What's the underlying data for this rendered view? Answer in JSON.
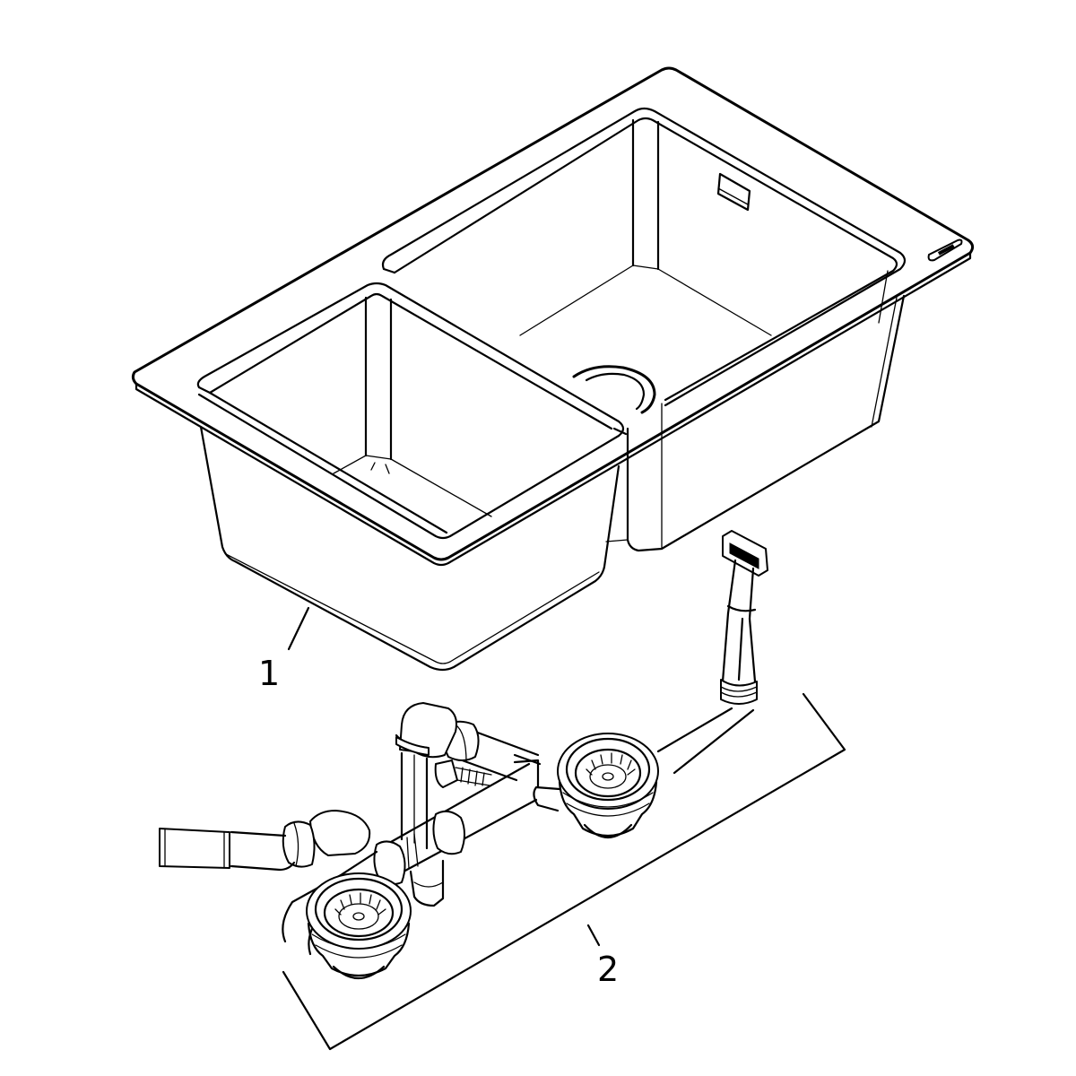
{
  "diagram": {
    "type": "exploded-parts-view",
    "subject": "double-bowl kitchen sink with waste fitting set",
    "line_color": "#000000",
    "background": "#ffffff",
    "callouts": [
      {
        "id": 1,
        "label": "1",
        "part": "sink"
      },
      {
        "id": 2,
        "label": "2",
        "part": "waste-and-overflow-set"
      }
    ]
  }
}
